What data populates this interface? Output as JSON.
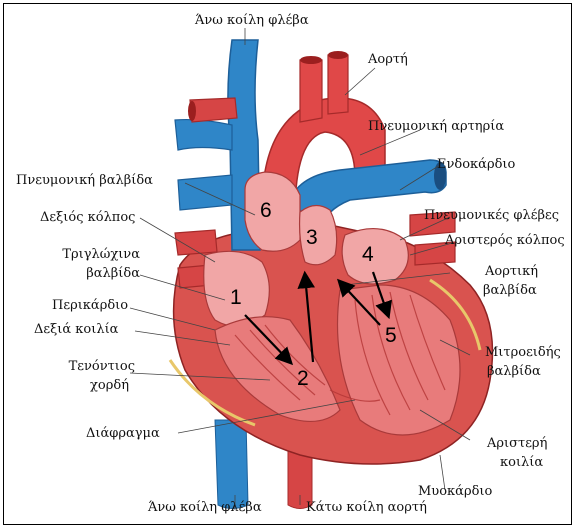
{
  "labels": {
    "superior_vena_cava": "Άνω κοίλη φλέβα",
    "aorta": "Αορτή",
    "pulmonary_artery": "Πνευμονική αρτηρία",
    "endocardium": "Ενδοκάρδιο",
    "pulmonary_valve": "Πνευμονική βαλβίδα",
    "pulmonary_veins": "Πνευμονικές φλέβες",
    "right_atrium": "Δεξιός κόλπος",
    "left_atrium": "Αριστερός κόλπος",
    "tricuspid_valve_line1": "Τριγλώχινα",
    "tricuspid_valve_line2": "βαλβίδα",
    "aortic_valve_line1": "Αορτική",
    "aortic_valve_line2": "βαλβίδα",
    "pericardium": "Περικάρδιο",
    "right_ventricle": "Δεξιά κοιλία",
    "mitral_valve_line1": "Μιτροειδής",
    "mitral_valve_line2": "βαλβίδα",
    "chordae_line1": "Τενόντιος",
    "chordae_line2": "χορδή",
    "septum": "Διάφραγμα",
    "left_ventricle_line1": "Αριστερή",
    "left_ventricle_line2": "κοιλία",
    "myocardium": "Μυοκάρδιο",
    "inferior_vena_cava": "Άνω κοίλη φλέβα",
    "descending_aorta": "Κάτω κοίλη αορτή"
  },
  "numbers": {
    "n1": "1",
    "n2": "2",
    "n3": "3",
    "n4": "4",
    "n5": "5",
    "n6": "6"
  },
  "colors": {
    "artery_red": "#e04848",
    "artery_dark": "#b82a2a",
    "vein_blue": "#2f86c8",
    "vein_dark": "#1d5f99",
    "chamber_pink": "#f1a6a6",
    "muscle_red": "#d9534f",
    "fat_yellow": "#e8c76a"
  }
}
